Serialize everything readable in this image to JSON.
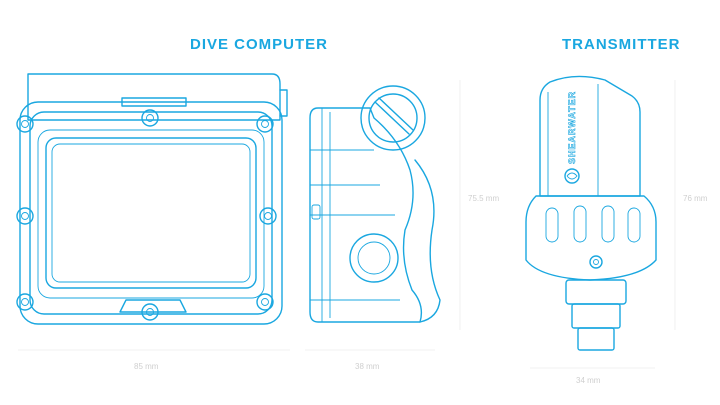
{
  "headings": {
    "dive_computer": "DIVE COMPUTER",
    "transmitter": "TRANSMITTER"
  },
  "dimensions": {
    "computer_width": "85 mm",
    "computer_depth": "38 mm",
    "computer_height": "75.5 mm",
    "transmitter_height": "76 mm",
    "transmitter_width": "34 mm"
  },
  "brand_mark": "SHEARWATER",
  "colors": {
    "line": "#1aa7e0",
    "dimension_text": "#cfcfcf"
  }
}
